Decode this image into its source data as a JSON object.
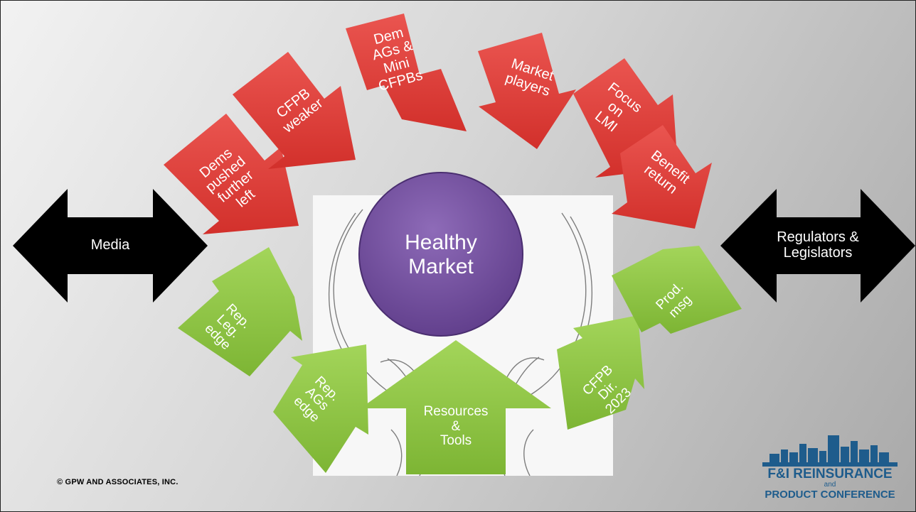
{
  "center": {
    "title": "Healthy\nMarket",
    "color": "#7b55a6"
  },
  "side_arrows": {
    "left": "Media",
    "right": "Regulators &\nLegislators",
    "color": "#000000"
  },
  "red_arrows": {
    "color": "#e0403a",
    "labels": [
      "Dems\npushed\nfurther\nleft",
      "CFPB\nweaker",
      "Dem\nAGs &\nMini\nCFPBs",
      "Market\nplayers",
      "Focus\non\nLMI",
      "Benefit\nreturn"
    ]
  },
  "green_arrows": {
    "color": "#8dc63f",
    "labels": [
      "Rep.\nLeg.\nedge",
      "Rep.\nAGs\nedge",
      "Resources\n&\nTools",
      "CFPB\nDir.\n2023",
      "Prod.\nmsg"
    ]
  },
  "footer": {
    "copyright": "© GPW AND ASSOCIATES, INC."
  },
  "logo": {
    "line1": "F&I REINSURANCE",
    "and": "and",
    "line2": "PRODUCT CONFERENCE",
    "color": "#1e5c8c"
  }
}
